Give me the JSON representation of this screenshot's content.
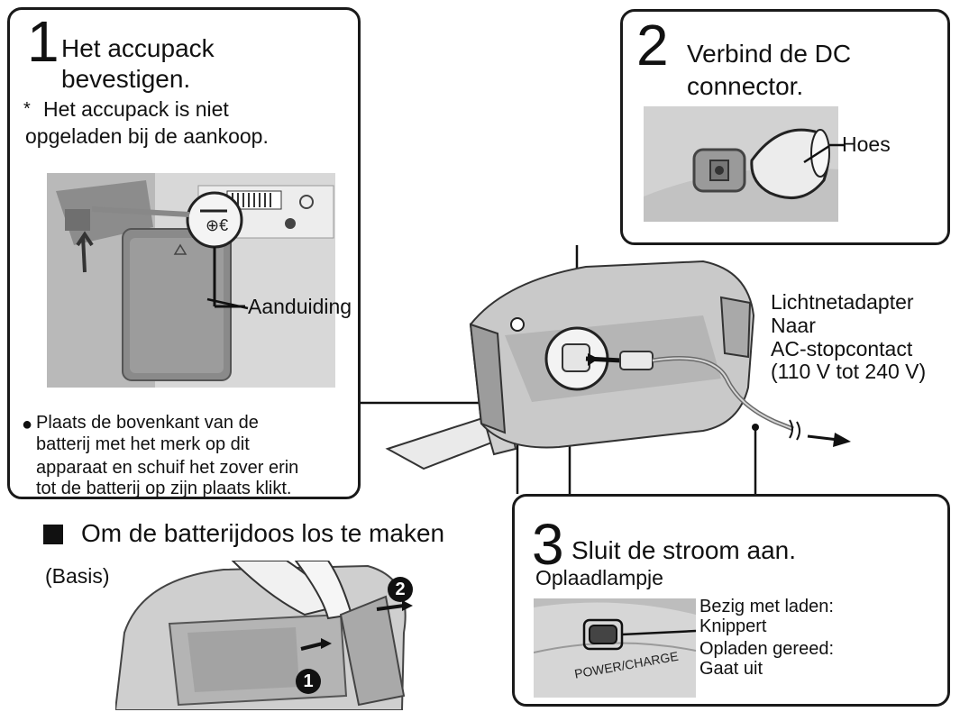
{
  "step1": {
    "number": "1",
    "title_line1": "Het accupack",
    "title_line2": "bevestigen.",
    "note_bullet": "*",
    "note_line1": "Het accupack is niet",
    "note_line2": "opgeladen bij de aankoop.",
    "callout": "Aanduiding",
    "instruction_bullet": "●",
    "instruction_line1": "Plaats de bovenkant van de",
    "instruction_line2": "batterij met het merk op dit",
    "instruction_line3": "apparaat en schuif het zover erin",
    "instruction_line4": "tot de batterij op zijn plaats klikt."
  },
  "step2": {
    "number": "2",
    "title_line1": "Verbind de DC",
    "title_line2": "connector.",
    "callout": "Hoes"
  },
  "step3": {
    "number": "3",
    "title": "Sluit de stroom aan.",
    "lamp_label": "Oplaadlampje",
    "panel_text": "POWER/CHARGE",
    "state1_line1": "Bezig met laden:",
    "state1_line2": "Knippert",
    "state2_line1": "Opladen gereed:",
    "state2_line2": "Gaat uit"
  },
  "adapter": {
    "line1": "Lichtnetadapter",
    "line2": "Naar",
    "line3": "AC-stopcontact",
    "line4": "(110 V tot 240 V)"
  },
  "release": {
    "heading": "Om de batterijdoos los te maken",
    "base_label": "(Basis)",
    "marker1": "1",
    "marker2": "2"
  }
}
